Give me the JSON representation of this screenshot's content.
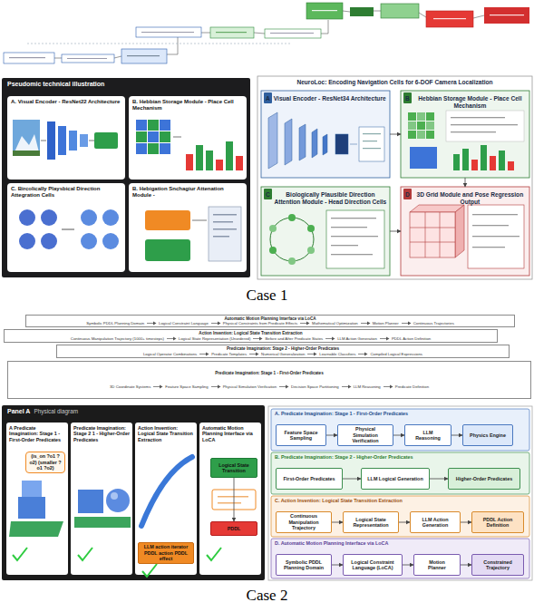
{
  "diagram": {
    "nodes": [
      {
        "text": [
          "Pseudomic technical illustration"
        ]
      },
      {
        "text": [
          "A. Visual Encoder - ResNet22 Architecture"
        ],
        "in": 0
      },
      {
        "text": [
          "B. Hebbian Storage Module - Place Cell Mechanism"
        ],
        "in": 0
      },
      {
        "text": [
          "C. Bircolically Playsbical Direction Attegration Cells"
        ],
        "in": 0
      },
      {
        "text": [
          "B. Hebigation Snchagiur Attenation Module -"
        ],
        "in": 0
      },
      {
        "text": [
          "NeuroLoc: Encoding Navigation Cells for 6-DOF Camera Localization"
        ]
      },
      {
        "text": [
          "A",
          "Visual Encoder - ResNet34 Architecture"
        ],
        "in": 5
      },
      {
        "text": [
          "B",
          "Hebbian Storage Module - Place Cell Mechanism"
        ],
        "in": 5
      },
      {
        "text": [
          "C",
          "Biologically Plausible Direction Attention Module - Head Direction Cells"
        ],
        "in": 5
      },
      {
        "text": [
          "D",
          "3D Grid Module and Pose Regression Output"
        ],
        "in": 5
      },
      {
        "text": [
          "Automatic Motion Planning Interface via LoCA",
          "Symbolic PDDL Planning Domain",
          "Logical Constraint Language",
          "Physical Constraints from Predicate Effects",
          "Mathematical Optimization",
          "Motion Planner",
          "Continuous Trajectories"
        ]
      },
      {
        "text": [
          "Action Invention: Logical State Transition Extraction",
          "Continuous Manipulation Trajectory (1000+ timesteps)",
          "Logical State Representation (Unordered)",
          "Before and After Predicate States",
          "LLM Action Generation",
          "PDDL Action Definition"
        ]
      },
      {
        "text": [
          "Predicate Imagination: Stage 2 - Higher-Order Predicates",
          "Logical Operator Combinations",
          "Predicate Templates",
          "Numerical Generalization",
          "Learnable Classifiers",
          "Compiled Logical Expressions"
        ]
      },
      {
        "text": [
          "Predicate Imagination: Stage 1 - First-Order Predicates",
          "3D Coordinate Systems",
          "Feature Space Sampling",
          "Physical Simulation Verification",
          "Decision Space Partitioning",
          "LLM Reasoning",
          "Predicate Definition"
        ]
      },
      {
        "text": [
          "Panel A",
          "Physical diagram"
        ]
      },
      {
        "text": [
          "A Predicate Imagination: Stage 1 - First-Order Predicates"
        ],
        "in": 14
      },
      {
        "text": [
          "(is_on ?o1 ?o2) (smaller ?o1 ?o2)"
        ],
        "in": 15
      },
      {
        "text": [
          "Predicate Imagination: Stage 2 1 - Higher-Order Predicates"
        ],
        "in": 14
      },
      {
        "text": [
          "Action Invention: Logical State Transition Extraction"
        ],
        "in": 14
      },
      {
        "text": [
          "LLM action iterator PDDL action PDDL effect"
        ],
        "in": 18
      },
      {
        "text": [
          "Automatic Motion Planning Interface via LoCA"
        ],
        "in": 14
      },
      {
        "text": [
          "Logical State Transition"
        ],
        "in": 20
      },
      {
        "text": [
          "PDDL"
        ],
        "in": 20
      },
      {
        "text": [
          "A. Predicate Imagination: Stage 1 - First-Order Predicates"
        ]
      },
      {
        "text": [
          "Feature Space Sampling"
        ],
        "in": 23
      },
      {
        "text": [
          "Physical Simulation Verification"
        ],
        "in": 23
      },
      {
        "text": [
          "LLM Reasoning"
        ],
        "in": 23
      },
      {
        "text": [
          "Physics Engine"
        ],
        "in": 23
      },
      {
        "text": [
          "B. Predicate Imagination: Stage 2 - Higher-Order Predicates"
        ]
      },
      {
        "text": [
          "First-Order Predicates"
        ],
        "in": 28
      },
      {
        "text": [
          "LLM Logical Generation"
        ],
        "in": 28
      },
      {
        "text": [
          "Higher-Order Predicates"
        ],
        "in": 28
      },
      {
        "text": [
          "C. Action Invention: Logical State Transition Extraction"
        ]
      },
      {
        "text": [
          "Continuous Manipulation Trajectory"
        ],
        "in": 32
      },
      {
        "text": [
          "Logical State Representation"
        ],
        "in": 32
      },
      {
        "text": [
          "LLM Action Generation"
        ],
        "in": 32
      },
      {
        "text": [
          "PDDL Action Definition"
        ],
        "in": 32
      },
      {
        "text": [
          "D. Automatic Motion Planning Interface via LoCA"
        ]
      },
      {
        "text": [
          "Symbolic PDDL Planning Domain"
        ],
        "in": 37
      },
      {
        "text": [
          "Logical Constraint Language (LoCA)"
        ],
        "in": 37
      },
      {
        "text": [
          "Motion Planner"
        ],
        "in": 37
      },
      {
        "text": [
          "Constrained Trajectory"
        ],
        "in": 37
      }
    ],
    "edges": [
      {
        "from": 6,
        "to": 7,
        "arrow": "to"
      },
      {
        "from": 7,
        "to": 9,
        "arrow": "to"
      },
      {
        "from": 8,
        "to": 9,
        "arrow": "to"
      },
      {
        "from": 21,
        "to": 22,
        "arrow": "to"
      },
      {
        "from": 24,
        "to": 25,
        "arrow": "to"
      },
      {
        "from": 25,
        "to": 26,
        "arrow": "to"
      },
      {
        "from": 26,
        "to": 27,
        "arrow": "to"
      },
      {
        "from": 29,
        "to": 30,
        "arrow": "to"
      },
      {
        "from": 30,
        "to": 31,
        "arrow": "to"
      },
      {
        "from": 33,
        "to": 34,
        "arrow": "to"
      },
      {
        "from": 34,
        "to": 35,
        "arrow": "to"
      },
      {
        "from": 35,
        "to": 36,
        "arrow": "to"
      },
      {
        "from": 38,
        "to": 39,
        "arrow": "to"
      },
      {
        "from": 39,
        "to": 40,
        "arrow": "to"
      },
      {
        "from": 40,
        "to": 41,
        "arrow": "to"
      }
    ],
    "labels": [
      "Case 1",
      "Case 2"
    ]
  }
}
